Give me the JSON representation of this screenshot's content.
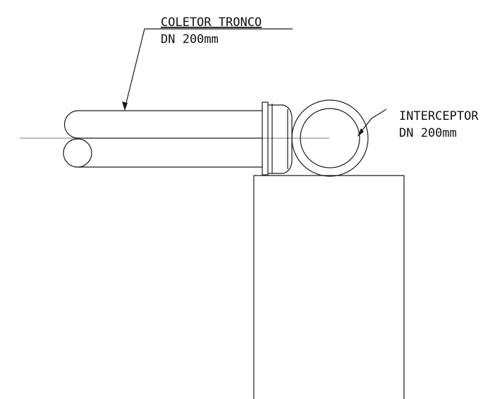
{
  "labels": {
    "coletor_line1": "COLETOR  TRONCO",
    "coletor_line2": "DN  200mm",
    "interceptor_line1": "INTERCEPTOR",
    "interceptor_line2": "DN  200mm"
  },
  "colors": {
    "line": "#1a1a1a",
    "centerline": "#555555",
    "background": "#ffffff"
  }
}
